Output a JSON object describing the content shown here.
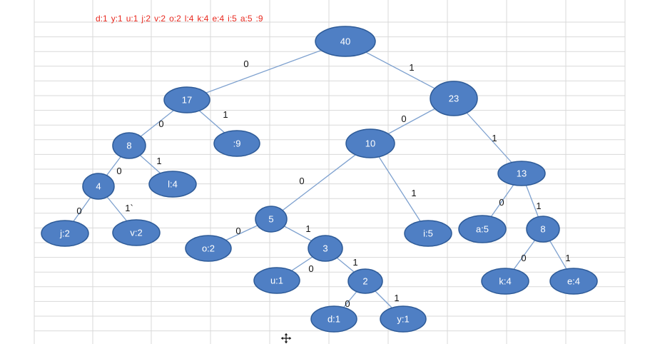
{
  "legend": {
    "items": [
      "d:1",
      "y:1",
      "u:1",
      "j:2",
      "v:2",
      "o:2",
      "l:4",
      "k:4",
      "e:4",
      "i:5",
      "a:5",
      ":9"
    ],
    "color": "#e8281e"
  },
  "colors": {
    "node_fill": "#4f7fc4",
    "node_stroke": "#2d5a97",
    "node_text": "#ffffff",
    "edge": "#7ea1cf",
    "edge_label": "#111111",
    "grid": "#d9d9d9"
  },
  "tree": {
    "nodes": [
      {
        "id": "n40",
        "label": "40"
      },
      {
        "id": "n17",
        "label": "17"
      },
      {
        "id": "n23",
        "label": "23"
      },
      {
        "id": "n8a",
        "label": "8"
      },
      {
        "id": "n9",
        "label": ":9"
      },
      {
        "id": "n10",
        "label": "10"
      },
      {
        "id": "n13",
        "label": "13"
      },
      {
        "id": "n4",
        "label": "4"
      },
      {
        "id": "nl4",
        "label": "l:4"
      },
      {
        "id": "n5",
        "label": "5"
      },
      {
        "id": "ni5",
        "label": "i:5"
      },
      {
        "id": "na5",
        "label": "a:5"
      },
      {
        "id": "n8b",
        "label": "8"
      },
      {
        "id": "nj2",
        "label": "j:2"
      },
      {
        "id": "nv2",
        "label": "v:2"
      },
      {
        "id": "no2",
        "label": "o:2"
      },
      {
        "id": "n3",
        "label": "3"
      },
      {
        "id": "nk4",
        "label": "k:4"
      },
      {
        "id": "ne4",
        "label": "e:4"
      },
      {
        "id": "nu1",
        "label": "u:1"
      },
      {
        "id": "n2",
        "label": "2"
      },
      {
        "id": "nd1",
        "label": "d:1"
      },
      {
        "id": "ny1",
        "label": "y:1"
      }
    ],
    "edges": [
      {
        "from": "n40",
        "to": "n17",
        "label": "0"
      },
      {
        "from": "n40",
        "to": "n23",
        "label": "1"
      },
      {
        "from": "n17",
        "to": "n8a",
        "label": "0"
      },
      {
        "from": "n17",
        "to": "n9",
        "label": "1"
      },
      {
        "from": "n23",
        "to": "n10",
        "label": "0"
      },
      {
        "from": "n23",
        "to": "n13",
        "label": "1"
      },
      {
        "from": "n8a",
        "to": "n4",
        "label": "0"
      },
      {
        "from": "n8a",
        "to": "nl4",
        "label": "1"
      },
      {
        "from": "n4",
        "to": "nj2",
        "label": "0"
      },
      {
        "from": "n4",
        "to": "nv2",
        "label": "1`"
      },
      {
        "from": "n10",
        "to": "n5",
        "label": "0"
      },
      {
        "from": "n10",
        "to": "ni5",
        "label": "1"
      },
      {
        "from": "n5",
        "to": "no2",
        "label": "0"
      },
      {
        "from": "n5",
        "to": "n3",
        "label": "1"
      },
      {
        "from": "n3",
        "to": "nu1",
        "label": "0"
      },
      {
        "from": "n3",
        "to": "n2",
        "label": "1"
      },
      {
        "from": "n2",
        "to": "nd1",
        "label": "0"
      },
      {
        "from": "n2",
        "to": "ny1",
        "label": "1"
      },
      {
        "from": "n13",
        "to": "na5",
        "label": "0"
      },
      {
        "from": "n13",
        "to": "n8b",
        "label": "1"
      },
      {
        "from": "n8b",
        "to": "nk4",
        "label": "0"
      },
      {
        "from": "n8b",
        "to": "ne4",
        "label": "1"
      }
    ]
  }
}
